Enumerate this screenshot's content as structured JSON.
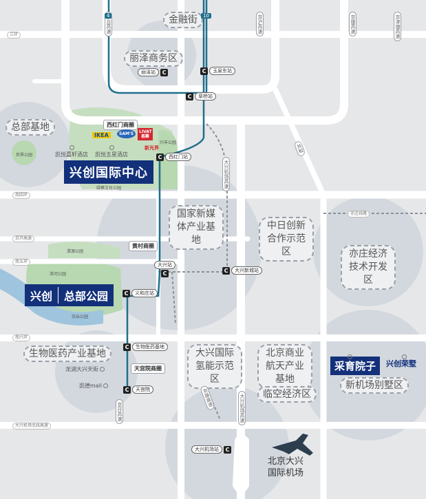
{
  "zones": {
    "financial_street": "金融街",
    "lize": "丽泽商务区",
    "hq_base": "总部基地",
    "new_media": "国家新媒体产业基地",
    "sino_japan": "中日创新合作示范区",
    "etdz": "亦庄经济技术开发区",
    "bio_base": "生物医药产业基地",
    "hydrogen": "大兴国际氢能示范区",
    "aero": "北京商业航天产业基地",
    "airport_zone": "临空经济区",
    "new_airport_villa": "新机场别墅区"
  },
  "brands": {
    "xingchuang_center": "兴创国际中心",
    "xingchuang": "兴创",
    "hq_park": "总部公园",
    "caiyu": "采育院子",
    "xingchuang_rongshu": "兴创荣墅"
  },
  "business_circles": {
    "xihongmen": "西红门商圈",
    "huangcun": "黄村商圈",
    "tiangong": "天宫院商圈"
  },
  "shop_logos": {
    "ikea": "IKEA",
    "sams": "SAM'S",
    "livat": "LIVAT 荟聚",
    "xinguangjie": "新光界"
  },
  "pois": {
    "kaiyue": "凯悦嘉轩酒店",
    "kaiyue_five": "凯悦五星酒店",
    "longhu": "龙湖大兴天街",
    "kaide": "凯德mall"
  },
  "parks": {
    "world_park": "世界公园",
    "xingfeng_park": "兴丰公园",
    "wetland_park": "绿棒文化公园",
    "qingyuan_park": "清源公园",
    "binhe_park": "滨河公园",
    "niantan_park": "念坛公园"
  },
  "stations": {
    "lize_st": "丽泽站",
    "caoqiao_east": "玉泉东站",
    "caoqiao": "草桥站",
    "xihongmen_st": "西红门站",
    "daxing_st": "大兴站",
    "yihezhuang": "义和庄站",
    "bio_base_st": "生物医药基地",
    "tiangongyuan": "天宫院",
    "daxing_xincheng": "大兴新城站",
    "airport_north": "大兴机场站"
  },
  "roads": {
    "third_ring": "三环",
    "south_fourth": "南四环",
    "south_fifth": "南五环",
    "jingkai": "京开高速",
    "nanliu": "南六环",
    "airport_north_line": "大兴机场北线高速",
    "jingtai": "京台高速",
    "jinghu": "京沪高速",
    "jingxiong": "京雄高速",
    "jingjin": "京津塘高速",
    "daxing_airport_expy": "大兴机场高速",
    "yizhuang_road": "亦庄线路",
    "gonghe": "共和"
  },
  "line_badges": {
    "line4": "4",
    "line10": "10"
  },
  "airport": "北京大兴国际机场",
  "colors": {
    "road": "#ffffff",
    "background": "#e6e7e9",
    "zone": "#d3d8df",
    "metro": "#1f6f8b",
    "park": "#b7d8b0",
    "water": "#9fc4dd",
    "brand": "#13307a"
  }
}
